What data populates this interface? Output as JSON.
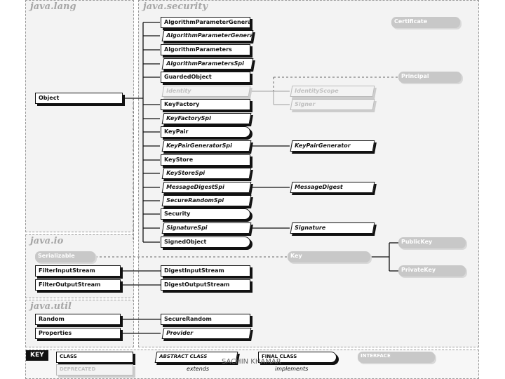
{
  "packages": {
    "lang": "java.lang",
    "security": "java.security",
    "io": "java.io",
    "util": "java.util"
  },
  "classes": {
    "object": "Object",
    "algorithm_parameter_generator": "AlgorithmParameterGenerator",
    "algorithm_parameter_generator_spi": "AlgorithmParameterGeneratorSpi",
    "algorithm_parameters": "AlgorithmParameters",
    "algorithm_parameters_spi": "AlgorithmParametersSpi",
    "guarded_object": "GuardedObject",
    "identity": "Identity",
    "key_factory": "KeyFactory",
    "key_factory_spi": "KeyFactorySpi",
    "key_pair": "KeyPair",
    "key_pair_generator_spi": "KeyPairGeneratorSpi",
    "key_store": "KeyStore",
    "key_store_spi": "KeyStoreSpi",
    "message_digest_spi": "MessageDigestSpi",
    "secure_random_spi": "SecureRandomSpi",
    "security": "Security",
    "signature_spi": "SignatureSpi",
    "signed_object": "SignedObject",
    "certificate": "Certificate",
    "principal": "Principal",
    "identity_scope": "IdentityScope",
    "signer": "Signer",
    "key_pair_generator": "KeyPairGenerator",
    "message_digest": "MessageDigest",
    "signature": "Signature",
    "serializable": "Serializable",
    "key": "Key",
    "public_key": "PublicKey",
    "private_key": "PrivateKey",
    "filter_input_stream": "FilterInputStream",
    "filter_output_stream": "FilterOutputStream",
    "digest_input_stream": "DigestInputStream",
    "digest_output_stream": "DigestOutputStream",
    "random": "Random",
    "properties": "Properties",
    "secure_random": "SecureRandom",
    "provider": "Provider"
  },
  "legend": {
    "key": "KEY",
    "class": "CLASS",
    "abstract_class": "ABSTRACT CLASS",
    "final_class": "FINAL CLASS",
    "interface": "INTERFACE",
    "deprecated": "DEPRECATED",
    "extends": "extends",
    "implements": "implements"
  },
  "watermark": "SACHIN KHAMAR"
}
